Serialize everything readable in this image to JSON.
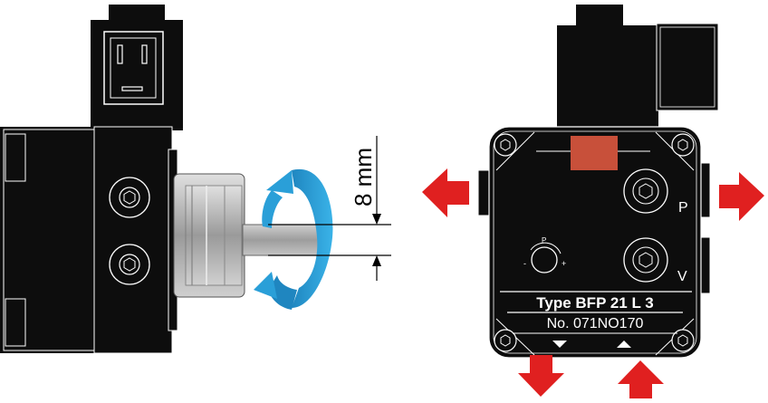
{
  "left_view": {
    "dimension_label": "8 mm"
  },
  "right_view": {
    "port_label_p": "P",
    "port_label_v": "V",
    "knob_label_p": "P",
    "knob_minus": "-",
    "knob_plus": "+",
    "type_label": "Type BFP 21 L 3",
    "number_label": "No. 071NO170"
  },
  "colors": {
    "body": "#0d0d0d",
    "arrow_red": "#e02020",
    "rotation_blue": "#2a9fd8",
    "label_patch": "#c8503a",
    "steel": "#b8b8b8"
  },
  "icons": [
    "hex-socket-icon",
    "rotation-arrow-icon",
    "flow-arrow-icon",
    "triangle-marker-icon"
  ]
}
